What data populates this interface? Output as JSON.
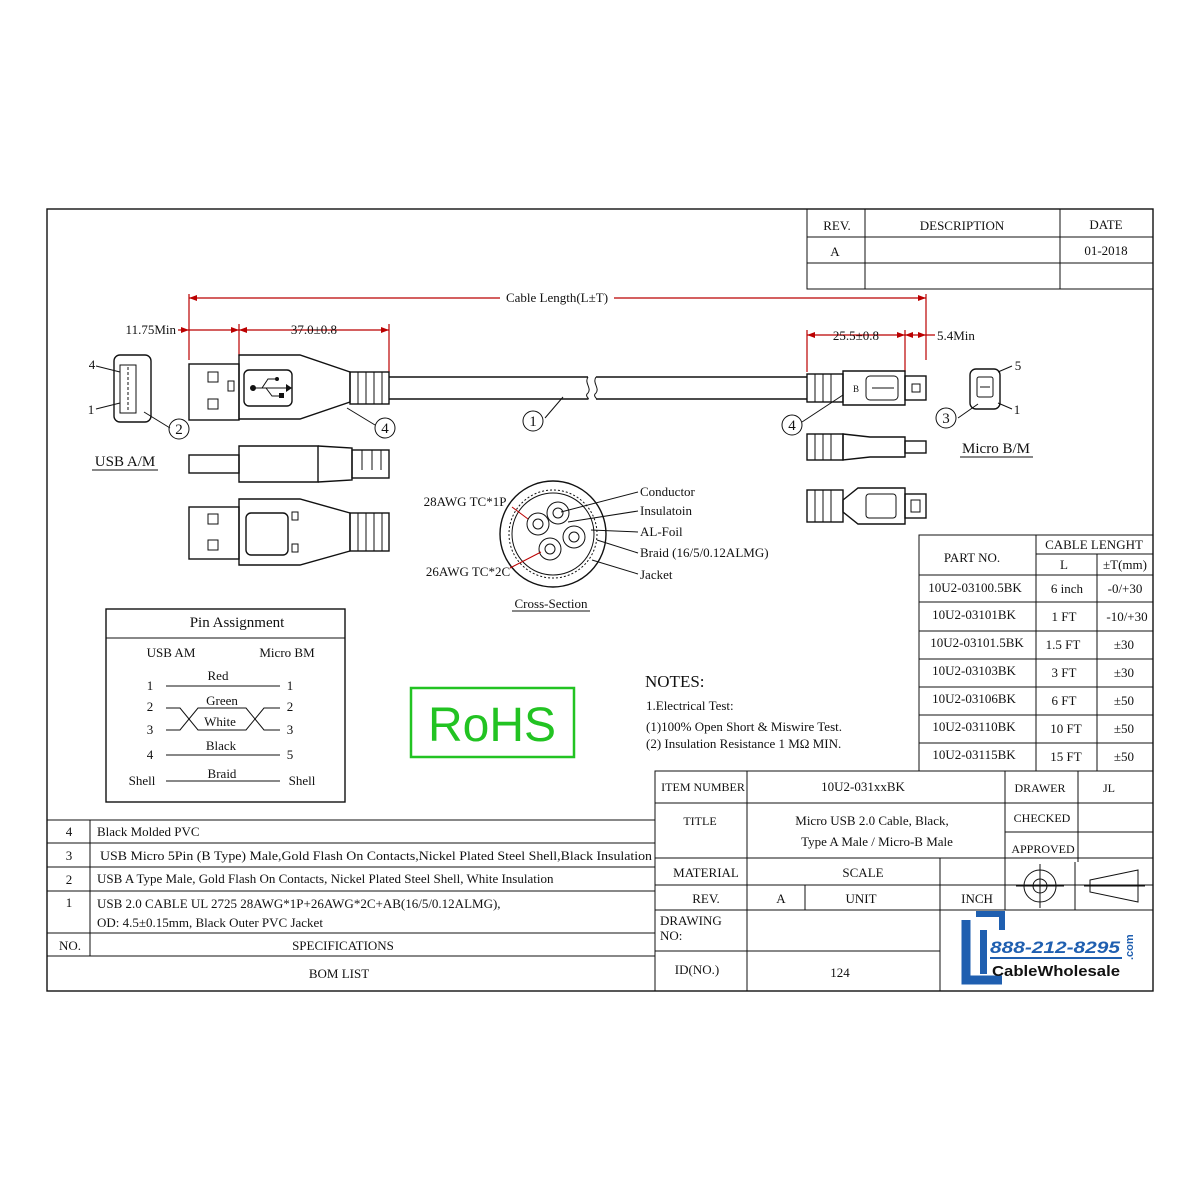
{
  "revision_block": {
    "headers": {
      "rev": "REV.",
      "description": "DESCRIPTION",
      "date": "DATE"
    },
    "rows": [
      {
        "rev": "A",
        "description": "",
        "date": "01-2018"
      }
    ]
  },
  "dimensions": {
    "cable_length": "Cable Length(L±T)",
    "a_min": "11.75Min",
    "a_len": "37.0±0.8",
    "b_len": "25.5±0.8",
    "b_min": "5.4Min"
  },
  "callouts": {
    "c1": "1",
    "c2": "2",
    "c3": "3",
    "c4a": "4",
    "c4b": "4",
    "pin4": "4",
    "pin1": "1",
    "pin5": "5",
    "pin1b": "1",
    "b_mark": "B"
  },
  "connector_labels": {
    "usb_am": "USB A/M",
    "micro_bm": "Micro B/M"
  },
  "cross_section": {
    "title": "Cross-Section",
    "label_tc1p": "28AWG TC*1P",
    "label_tc2c": "26AWG TC*2C",
    "layers": [
      "Conductor",
      "Insulatoin",
      "AL-Foil",
      "Braid (16/5/0.12ALMG)",
      "Jacket"
    ]
  },
  "pin_assignment": {
    "title": "Pin Assignment",
    "left_header": "USB AM",
    "right_header": "Micro BM",
    "rows": [
      {
        "left": "1",
        "wire": "Red",
        "right": "1"
      },
      {
        "left": "2",
        "wire": "Green",
        "right": "2"
      },
      {
        "left": "3",
        "wire": "White",
        "right": "3"
      },
      {
        "left": "4",
        "wire": "Black",
        "right": "5"
      },
      {
        "left": "Shell",
        "wire": "Braid",
        "right": "Shell"
      }
    ]
  },
  "rohs": {
    "label": "RoHS",
    "color": "#22c322"
  },
  "notes": {
    "title": "NOTES:",
    "lines": [
      "1.Electrical Test:",
      "(1)100% Open Short & Miswire Test.",
      "(2) Insulation Resistance 1 MΩ  MIN."
    ]
  },
  "part_table": {
    "header_part": "PART NO.",
    "header_length": "CABLE LENGHT",
    "sub_l": "L",
    "sub_t": "±T(mm)",
    "rows": [
      {
        "part": "10U2-03100.5BK",
        "l": "6 inch",
        "t": "-0/+30"
      },
      {
        "part": "10U2-03101BK",
        "l": "1 FT",
        "t": "-10/+30"
      },
      {
        "part": "10U2-03101.5BK",
        "l": "1.5 FT",
        "t": "±30"
      },
      {
        "part": "10U2-03103BK",
        "l": "3 FT",
        "t": "±30"
      },
      {
        "part": "10U2-03106BK",
        "l": "6 FT",
        "t": "±50"
      },
      {
        "part": "10U2-03110BK",
        "l": "10 FT",
        "t": "±50"
      },
      {
        "part": "10U2-03115BK",
        "l": "15 FT",
        "t": "±50"
      }
    ]
  },
  "bom": {
    "rows": [
      {
        "no": "4",
        "spec": "Black Molded PVC"
      },
      {
        "no": "3",
        "spec": "USB Micro 5Pin (B Type) Male,Gold Flash On Contacts,Nickel Plated Steel Shell,Black Insulation"
      },
      {
        "no": "2",
        "spec": "USB A Type Male, Gold Flash On Contacts, Nickel Plated Steel Shell, White Insulation"
      },
      {
        "no": "1",
        "spec": "USB 2.0 CABLE   UL 2725 28AWG*1P+26AWG*2C+AB(16/5/0.12ALMG),",
        "spec2": "OD: 4.5±0.15mm, Black Outer PVC Jacket"
      }
    ],
    "header_no": "NO.",
    "header_spec": "SPECIFICATIONS",
    "title": "BOM LIST"
  },
  "title_block": {
    "item_number_label": "ITEM NUMBER",
    "item_number": "10U2-031xxBK",
    "drawer_label": "DRAWER",
    "drawer": "JL",
    "title_label": "TITLE",
    "title_line1": "Micro USB 2.0 Cable, Black,",
    "title_line2": "Type A Male / Micro-B Male",
    "checked_label": "CHECKED",
    "approved_label": "APPROVED",
    "material_label": "MATERIAL",
    "scale_label": "SCALE",
    "rev_label": "REV.",
    "rev": "A",
    "unit_label": "UNIT",
    "unit": "INCH",
    "drawing_no_label1": "DRAWING",
    "drawing_no_label2": "NO:",
    "id_label": "ID(NO.)",
    "id": "124"
  },
  "logo": {
    "phone": "888-212-8295",
    "com": ".com",
    "name": "CableWholesale",
    "color": "#1f5fb0"
  }
}
